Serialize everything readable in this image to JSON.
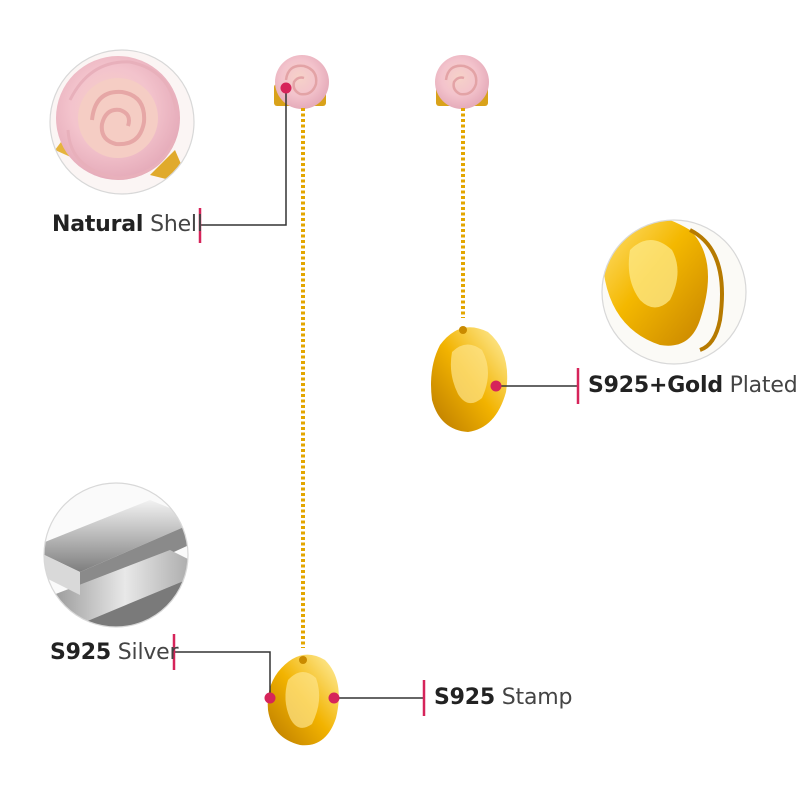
{
  "labels": {
    "natural_shell": {
      "bold": "Natural",
      "light": "Shell"
    },
    "gold_plated": {
      "bold": "S925+Gold",
      "light": "Plated"
    },
    "silver": {
      "bold": "S925",
      "light": "Silver"
    },
    "stamp": {
      "bold": "S925",
      "light": "Stamp"
    }
  },
  "colors": {
    "accent_dot": "#d6245a",
    "leader_line": "#333333",
    "gold": "#f2b600",
    "gold_dark": "#c98a00",
    "shell_pink": "#f2c6cf",
    "silver": "#c8c8c8"
  }
}
